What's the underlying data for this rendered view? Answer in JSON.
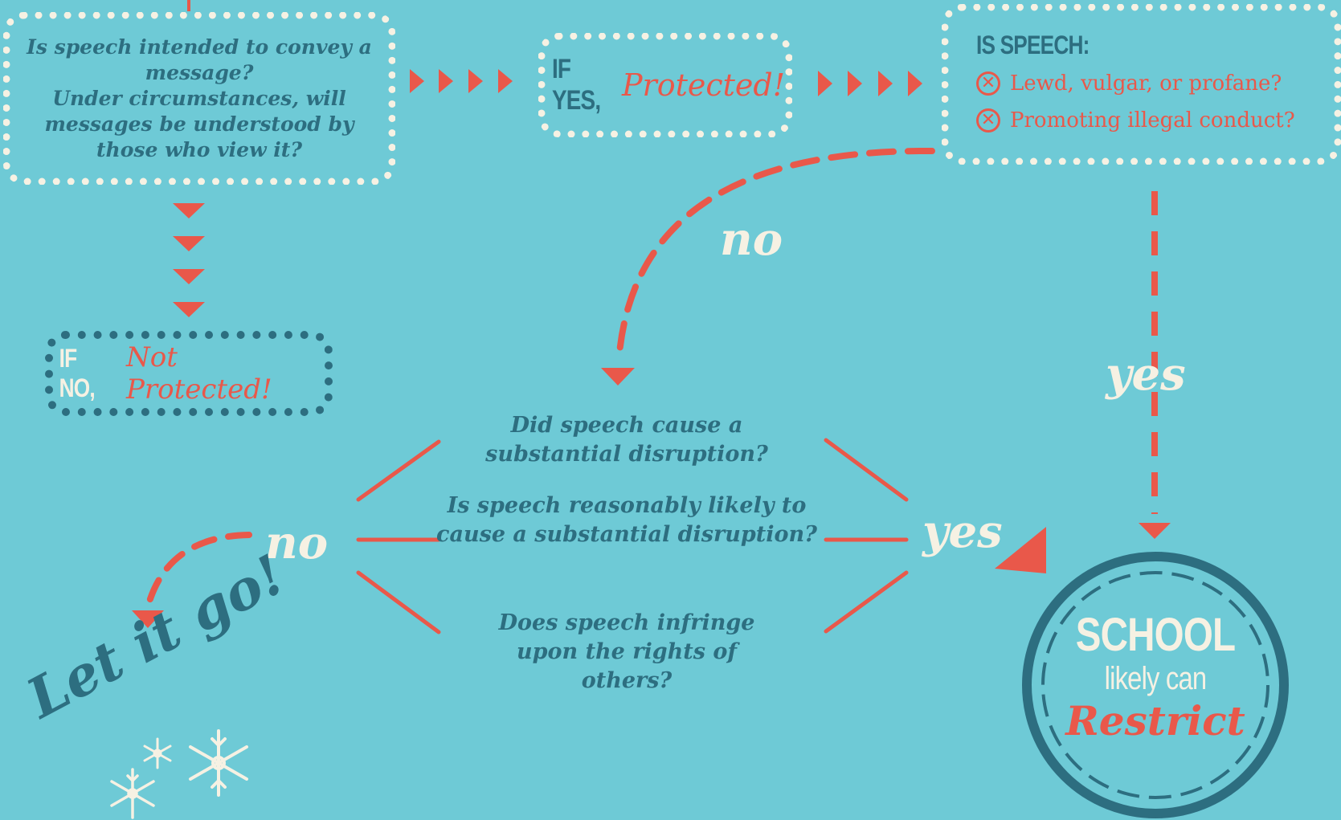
{
  "start_box": {
    "line1": "Is speech intended to convey a message?",
    "line2": "Under circumstances, will messages be understood by those who view it?"
  },
  "yes_box": {
    "prefix": "IF YES,",
    "script": "Protected!"
  },
  "no_box": {
    "prefix": "IF NO,",
    "script": "Not Protected!"
  },
  "criteria_box": {
    "title": "IS SPEECH:",
    "items": [
      "Lewd, vulgar, or profane?",
      "Promoting illegal conduct?"
    ],
    "item_icon": "circle-x-icon"
  },
  "edge_labels": {
    "criteria_no": "no",
    "criteria_yes": "yes",
    "disruption_no": "no",
    "disruption_yes": "yes"
  },
  "disruption_questions": [
    "Did speech cause a substantial disruption?",
    "Is speech reasonably likely to cause a substantial disruption?",
    "Does speech infringe upon the rights of others?"
  ],
  "outcome_restrict": {
    "line1": "SCHOOL",
    "line2": "likely can",
    "line3": "Restrict"
  },
  "outcome_let_go": {
    "text": "Let it go!",
    "icon": "snowflake-icon"
  },
  "colors": {
    "background": "#6ecad6",
    "teal": "#2d6e80",
    "coral": "#e9584a",
    "cream": "#f6f1e3"
  }
}
